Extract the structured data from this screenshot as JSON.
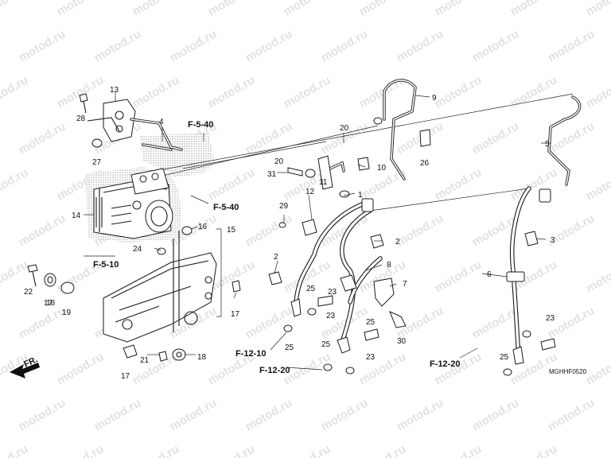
{
  "watermark": "motod.ru",
  "diagram_code": "MGHHF0520",
  "direction_label": "FR.",
  "callouts": [
    "1",
    "2",
    "2",
    "3",
    "4",
    "5",
    "6",
    "7",
    "8",
    "9",
    "10",
    "11",
    "12",
    "13",
    "14",
    "15",
    "16",
    "17",
    "17",
    "17",
    "18",
    "18",
    "19",
    "20",
    "20",
    "21",
    "22",
    "23",
    "23",
    "23",
    "23",
    "24",
    "25",
    "25",
    "25",
    "25",
    "25",
    "26",
    "27",
    "28",
    "29",
    "30",
    "31"
  ],
  "section_refs": [
    "F-5-40",
    "F-5-40",
    "F-5-10",
    "F-12-10",
    "F-12-20",
    "F-12-20"
  ]
}
